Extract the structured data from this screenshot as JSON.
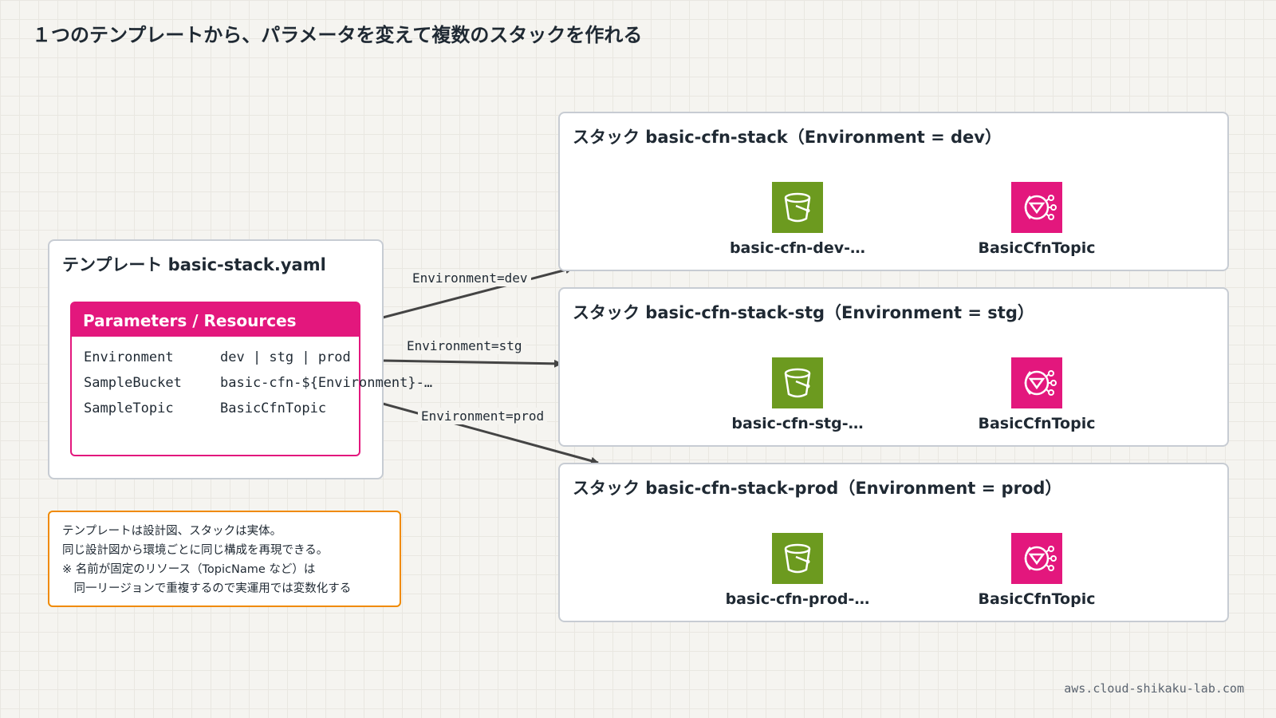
{
  "title": "１つのテンプレートから、パラメータを変えて複数のスタックを作れる",
  "template": {
    "title": "テンプレート basic-stack.yaml",
    "params_header": "Parameters / Resources",
    "rows": [
      {
        "key": "Environment",
        "value": "dev | stg | prod"
      },
      {
        "key": "SampleBucket",
        "value": "basic-cfn-${Environment}-…"
      },
      {
        "key": "SampleTopic",
        "value": "BasicCfnTopic"
      }
    ]
  },
  "note": {
    "lines": [
      "テンプレートは設計図、スタックは実体。",
      "同じ設計図から環境ごとに同じ構成を再現できる。",
      "※ 名前が固定のリソース（TopicName など）は",
      "　同一リージョンで重複するので実運用では変数化する"
    ]
  },
  "arrows": [
    {
      "label": "Environment=dev"
    },
    {
      "label": "Environment=stg"
    },
    {
      "label": "Environment=prod"
    }
  ],
  "stacks": [
    {
      "title": "スタック basic-cfn-stack（Environment = dev）",
      "bucket_label": "basic-cfn-dev-…",
      "topic_label": "BasicCfnTopic",
      "bucket_icon": "s3-bucket-icon",
      "topic_icon": "sns-topic-icon"
    },
    {
      "title": "スタック basic-cfn-stack-stg（Environment = stg）",
      "bucket_label": "basic-cfn-stg-…",
      "topic_label": "BasicCfnTopic",
      "bucket_icon": "s3-bucket-icon",
      "topic_icon": "sns-topic-icon"
    },
    {
      "title": "スタック basic-cfn-stack-prod（Environment = prod）",
      "bucket_label": "basic-cfn-prod-…",
      "topic_label": "BasicCfnTopic",
      "bucket_icon": "s3-bucket-icon",
      "topic_icon": "sns-topic-icon"
    }
  ],
  "colors": {
    "s3": "#6c9a1f",
    "sns": "#e3177d",
    "params_accent": "#e3177d",
    "note_border": "#f08a00"
  },
  "footer": "aws.cloud-shikaku-lab.com"
}
